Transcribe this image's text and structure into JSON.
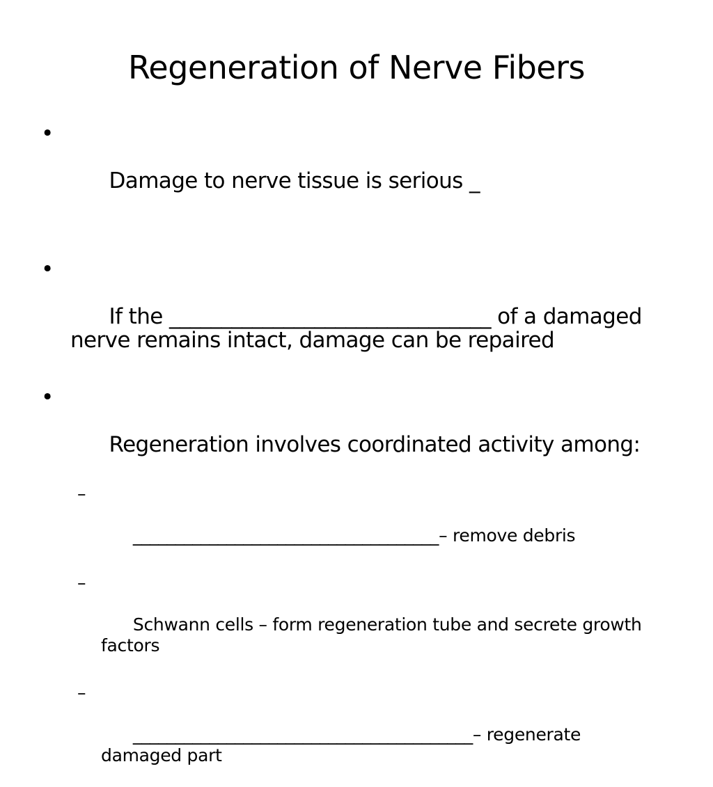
{
  "slide": {
    "title": "Regeneration of Nerve Fibers",
    "bullet_marker": "•",
    "sub_marker": "–",
    "bullets": [
      {
        "text": "Damage to nerve tissue is serious _"
      },
      {
        "text": "If the _______________________________ of a damaged nerve remains intact, damage can be repaired"
      },
      {
        "text": "Regeneration involves coordinated activity among:"
      }
    ],
    "subbullets": [
      {
        "text": "____________________________________– remove debris"
      },
      {
        "text": "Schwann cells – form regeneration tube and secrete growth factors"
      },
      {
        "text": "________________________________________– regenerate damaged part"
      }
    ]
  }
}
